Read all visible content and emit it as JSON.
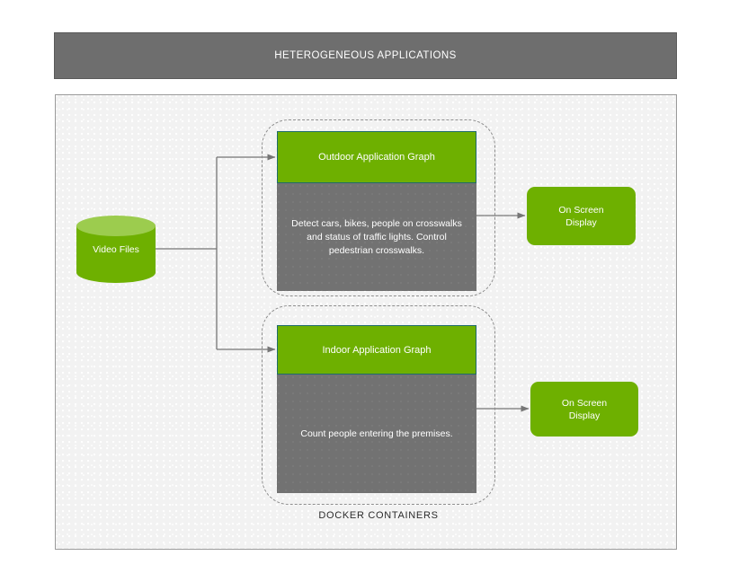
{
  "header": {
    "title": "HETEROGENEOUS APPLICATIONS"
  },
  "source": {
    "label": "Video Files",
    "icon": "database-cylinder-icon"
  },
  "groups": [
    {
      "id": "outdoor",
      "head_label": "Outdoor Application Graph",
      "description": "Detect cars, bikes, people on crosswalks and status of traffic lights. Control pedestrian crosswalks.",
      "output_label": "On Screen\nDisplay"
    },
    {
      "id": "indoor",
      "head_label": "Indoor Application Graph",
      "description": "Count people entering the premises.",
      "output_label": "On Screen\nDisplay"
    }
  ],
  "outdoor": {
    "head_label": "Outdoor Application Graph",
    "description": "Detect cars, bikes, people on crosswalks and status of traffic lights. Control pedestrian crosswalks.",
    "output_line1": "On Screen",
    "output_line2": "Display"
  },
  "indoor": {
    "head_label": "Indoor Application Graph",
    "description": "Count people entering the premises.",
    "output_line1": "On Screen",
    "output_line2": "Display"
  },
  "caption": {
    "docker": "DOCKER CONTAINERS"
  },
  "colors": {
    "header_gray": "#6e6e6e",
    "panel_bg": "#f2f2f2",
    "green": "#6eb000",
    "green_light": "#9ccc4e",
    "card_body_gray": "#727272",
    "card_border_teal": "#1f6b6b",
    "dashed_gray": "#8e8e8e",
    "connector_gray": "#767676",
    "text_white": "#ffffff",
    "text_dark": "#2b2b2b"
  }
}
